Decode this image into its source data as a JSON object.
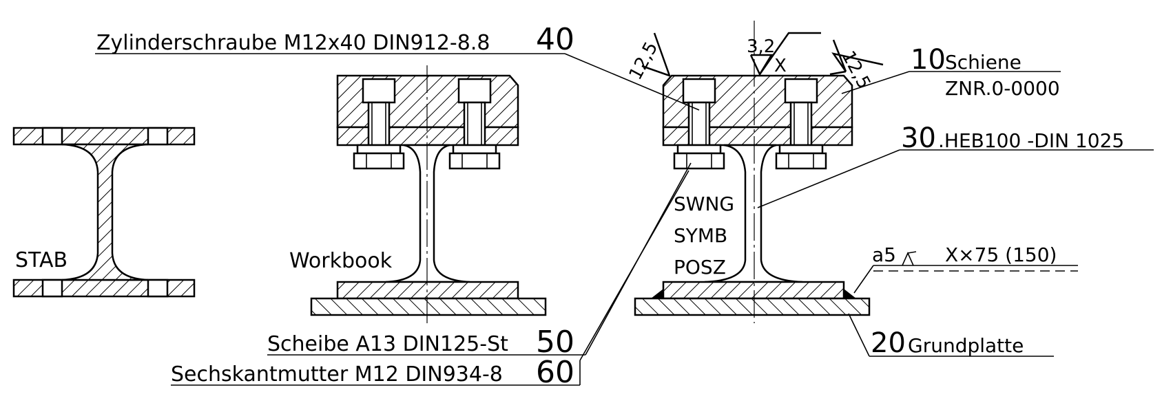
{
  "labels": {
    "zylinderschraube_text": "Zylinderschraube M12x40 DIN912-8.8",
    "zylinderschraube_num": "40",
    "scheibe_text": "Scheibe A13 DIN125-St",
    "scheibe_num": "50",
    "mutter_text": "Sechskantmutter M12 DIN934-8",
    "mutter_num": "60",
    "schiene_num": "10",
    "schiene_text": "Schiene",
    "schiene_znr": "ZNR.0-0000",
    "heb_num": "30",
    "heb_text": ".HEB100 -DIN 1025",
    "grundplatte_num": "20",
    "grundplatte_text": "Grundplatte",
    "stab": "STAB",
    "workbook": "Workbook",
    "swng": "SWNG",
    "symb": "SYMB",
    "posz": "POSZ",
    "weld": "a5",
    "weld_spec": "X×75 (150)",
    "rough_left": "12,5",
    "rough_right": "12,5",
    "rough_top": "3,2",
    "rough_top_x": "X"
  }
}
